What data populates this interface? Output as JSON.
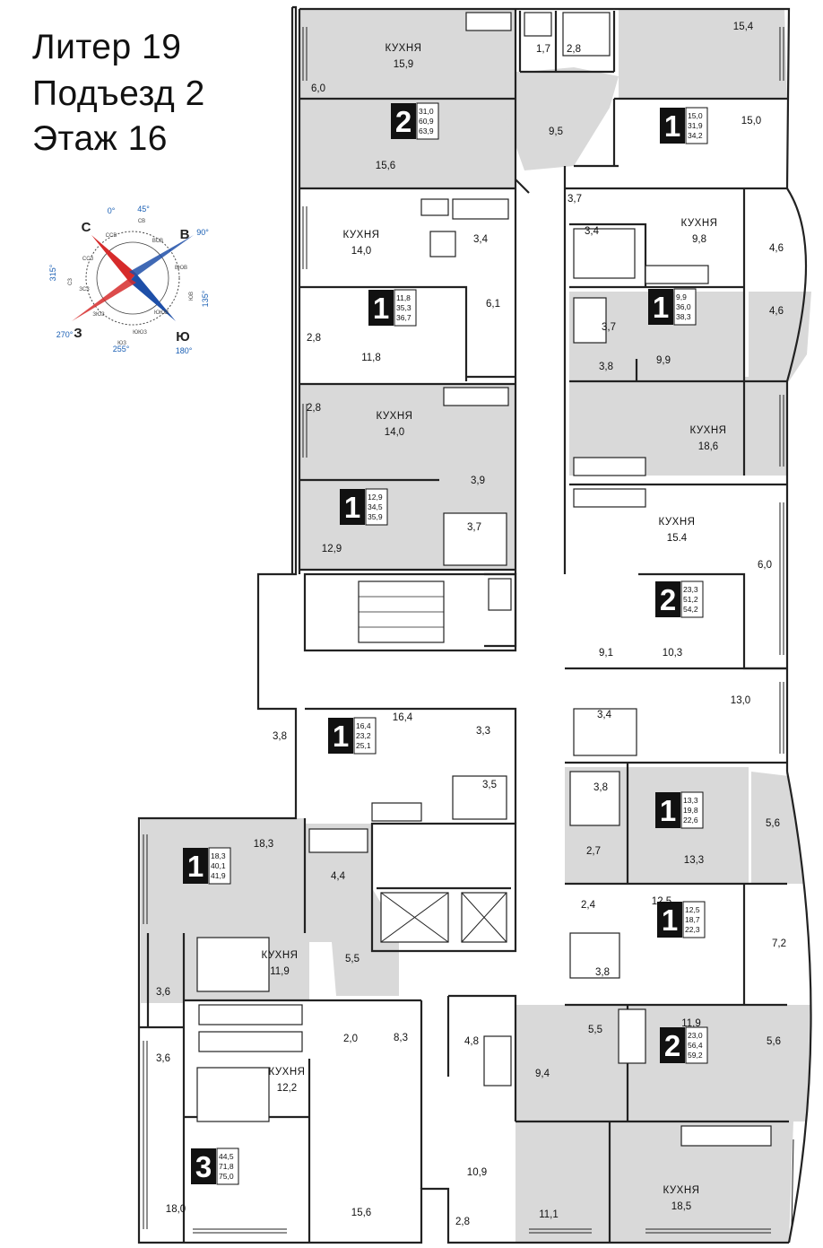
{
  "header": {
    "line1": "Литер 19",
    "line2": "Подъезд 2",
    "line3": "Этаж 16"
  },
  "compass": {
    "cardinals": {
      "n": "С",
      "e": "В",
      "s": "Ю",
      "w": "З"
    },
    "degrees": {
      "n": "0°",
      "ne": "45°",
      "e": "90°",
      "se": "135°",
      "s": "180°",
      "ssw": "255°",
      "w": "270°",
      "nw": "315°"
    },
    "intercardinals": {
      "ne": "СВ",
      "se": "ЮВ",
      "sw": "ЮЗ",
      "nw": "СЗ"
    },
    "minor": [
      "ССВ",
      "ВСВ",
      "ВЮВ",
      "ЮЮВ",
      "ЮЮЗ",
      "ЗЮЗ",
      "ЗСЗ",
      "ССЗ"
    ],
    "colors": {
      "north": "#d62b2b",
      "south": "#1e4fa8"
    }
  },
  "kitchen_label": "КУХНЯ",
  "apartments": [
    {
      "rooms": "2",
      "living": "31,0",
      "total": "60,9",
      "full": "63,9"
    },
    {
      "rooms": "1",
      "living": "15,0",
      "total": "31,9",
      "full": "34,2"
    },
    {
      "rooms": "1",
      "living": "11,8",
      "total": "35,3",
      "full": "36,7"
    },
    {
      "rooms": "1",
      "living": "9,9",
      "total": "36,0",
      "full": "38,3"
    },
    {
      "rooms": "1",
      "living": "12,9",
      "total": "34,5",
      "full": "35,9"
    },
    {
      "rooms": "2",
      "living": "23,3",
      "total": "51,2",
      "full": "54,2"
    },
    {
      "rooms": "1",
      "living": "16,4",
      "total": "23,2",
      "full": "25,1"
    },
    {
      "rooms": "1",
      "living": "13,3",
      "total": "19,8",
      "full": "22,6"
    },
    {
      "rooms": "1",
      "living": "18,3",
      "total": "40,1",
      "full": "41,9"
    },
    {
      "rooms": "1",
      "living": "12,5",
      "total": "18,7",
      "full": "22,3"
    },
    {
      "rooms": "2",
      "living": "23,0",
      "total": "56,4",
      "full": "59,2"
    },
    {
      "rooms": "3",
      "living": "44,5",
      "total": "71,8",
      "full": "75,0"
    }
  ],
  "kitchens": [
    "15,9",
    "14,0",
    "14,0",
    "9,8",
    "18,6",
    "15.4",
    "11,9",
    "12,2",
    "18,5"
  ],
  "rooms": [
    "15,4",
    "1,7",
    "2,8",
    "6,0",
    "9,5",
    "15,6",
    "15,0",
    "3,7",
    "3,4",
    "3,4",
    "4,6",
    "4,6",
    "6,1",
    "2,8",
    "11,8",
    "3,7",
    "3,8",
    "9,9",
    "2,8",
    "3,9",
    "3,7",
    "12,9",
    "6,0",
    "9,1",
    "10,3",
    "13,0",
    "3,4",
    "16,4",
    "3,8",
    "3,3",
    "3,5",
    "3,8",
    "5,6",
    "2,7",
    "13,3",
    "18,3",
    "4,4",
    "2,4",
    "12,5",
    "7,2",
    "5,5",
    "3,8",
    "3,6",
    "2,0",
    "8,3",
    "4,8",
    "11,9",
    "5,6",
    "5,5",
    "3,6",
    "9,4",
    "10,9",
    "18,0",
    "15,6",
    "2,8",
    "11,1"
  ]
}
